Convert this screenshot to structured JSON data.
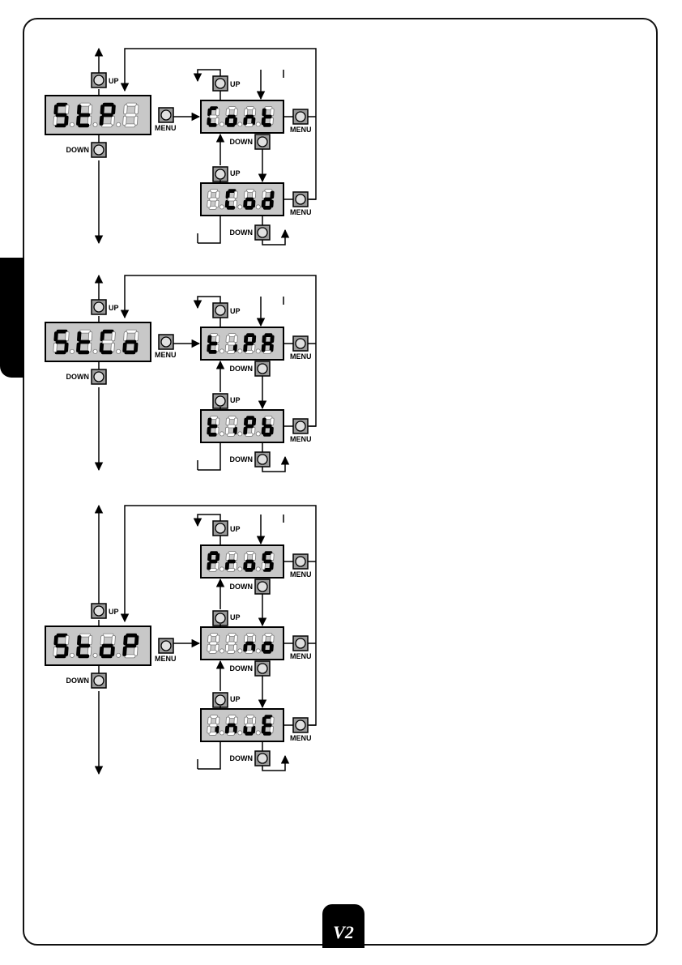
{
  "labels": {
    "up": "UP",
    "down": "DOWN",
    "menu": "MENU"
  },
  "logo_text": "V2",
  "panels": [
    {
      "main": "St.P",
      "main_chars": [
        "S",
        "t",
        "P",
        ""
      ],
      "sub": [
        {
          "text": "Cont",
          "chars": [
            "C",
            "o",
            "n",
            "t"
          ]
        },
        {
          "text": "Cod",
          "chars": [
            "",
            "C",
            "o",
            "d"
          ]
        }
      ]
    },
    {
      "main": "St.Co",
      "main_chars": [
        "S",
        "t",
        "C",
        "o"
      ],
      "sub": [
        {
          "text": "t.i.P.A",
          "chars": [
            "t",
            "i",
            "P",
            "A"
          ]
        },
        {
          "text": "t.i.P.b",
          "chars": [
            "t",
            "i",
            "P",
            "b"
          ]
        }
      ]
    },
    {
      "main": "StoP",
      "main_chars": [
        "S",
        "t",
        "o",
        "P"
      ],
      "sub": [
        {
          "text": "ProS",
          "chars": [
            "P",
            "r",
            "o",
            "S"
          ]
        },
        {
          "text": "no",
          "chars": [
            "",
            "",
            "n",
            "o"
          ]
        },
        {
          "text": "inuE",
          "chars": [
            "i",
            "n",
            "u",
            "E"
          ]
        }
      ]
    }
  ],
  "colors": {
    "display_bg": "#c8c8c8",
    "segment_on": "#000000",
    "segment_off": "#ffffff",
    "button_bg": "#9a9a9a",
    "frame": "#111111",
    "tab": "#000000"
  }
}
